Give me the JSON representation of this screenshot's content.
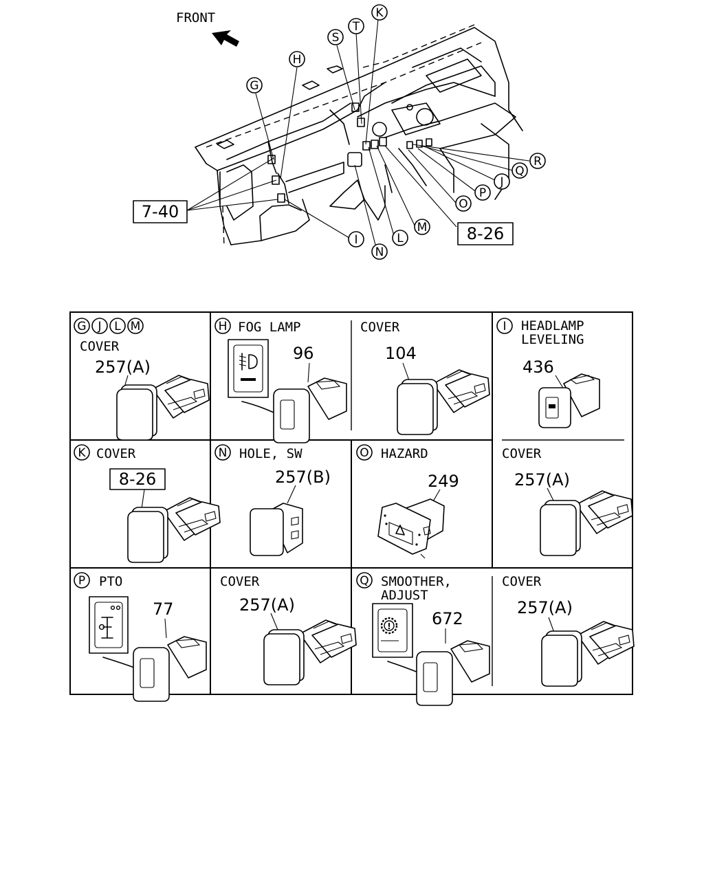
{
  "overview": {
    "front_label": "FRONT",
    "callouts": [
      "G",
      "H",
      "S",
      "T",
      "K",
      "R",
      "Q",
      "J",
      "P",
      "O",
      "I",
      "N",
      "L",
      "M"
    ],
    "ref_left": "7-40",
    "ref_right": "8-26"
  },
  "panels": {
    "gjlm": {
      "letters": [
        "G",
        "J",
        "L",
        "M"
      ],
      "title": "COVER",
      "part": "257(A)"
    },
    "h": {
      "letter": "H",
      "title": "FOG LAMP",
      "part": "96"
    },
    "h_cover": {
      "title": "COVER",
      "part": "104"
    },
    "i": {
      "letter": "I",
      "title_1": "HEADLAMP",
      "title_2": "LEVELING",
      "part": "436"
    },
    "k": {
      "letter": "K",
      "title": "COVER",
      "ref": "8-26"
    },
    "n": {
      "letter": "N",
      "title": "HOLE, SW",
      "part": "257(B)"
    },
    "o": {
      "letter": "O",
      "title": "HAZARD",
      "part": "249"
    },
    "o_cover": {
      "title": "COVER",
      "part": "257(A)"
    },
    "p": {
      "letter": "P",
      "title": "PTO",
      "part": "77"
    },
    "p_cover": {
      "title": "COVER",
      "part": "257(A)"
    },
    "q": {
      "letter": "Q",
      "title_1": "SMOOTHER,",
      "title_2": "ADJUST",
      "part": "672"
    },
    "q_cover": {
      "title": "COVER",
      "part": "257(A)"
    }
  }
}
